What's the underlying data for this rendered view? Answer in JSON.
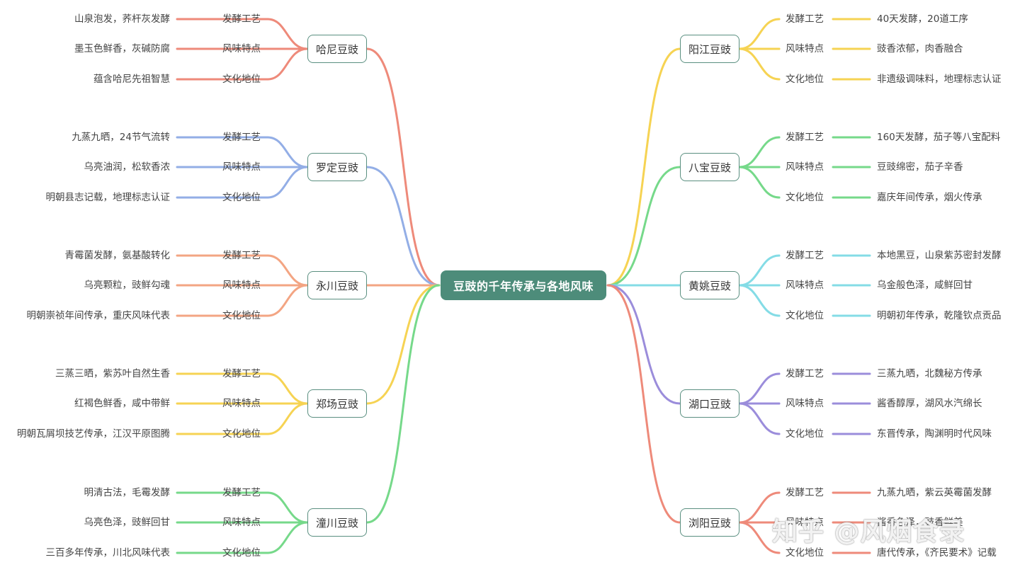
{
  "central": {
    "label": "豆豉的千年传承与各地风味"
  },
  "left_branches": [
    {
      "name": "哈尼豆豉",
      "color": "#ee8a7a",
      "items": [
        {
          "category": "发酵工艺",
          "detail": "山泉泡发，荞杆灰发酵"
        },
        {
          "category": "风味特点",
          "detail": "墨玉色鲜香，灰碱防腐"
        },
        {
          "category": "文化地位",
          "detail": "蕴含哈尼先祖智慧"
        }
      ]
    },
    {
      "name": "罗定豆豉",
      "color": "#93aee6",
      "items": [
        {
          "category": "发酵工艺",
          "detail": "九蒸九晒，24节气流转"
        },
        {
          "category": "风味特点",
          "detail": "乌亮油润，松软香浓"
        },
        {
          "category": "文化地位",
          "detail": "明朝县志记载，地理标志认证"
        }
      ]
    },
    {
      "name": "永川豆豉",
      "color": "#f3a583",
      "items": [
        {
          "category": "发酵工艺",
          "detail": "青霉菌发酵，氨基酸转化"
        },
        {
          "category": "风味特点",
          "detail": "乌亮颗粒，豉鲜勾魂"
        },
        {
          "category": "文化地位",
          "detail": "明朝崇祯年间传承，重庆风味代表"
        }
      ]
    },
    {
      "name": "郑场豆豉",
      "color": "#f6d353",
      "items": [
        {
          "category": "发酵工艺",
          "detail": "三蒸三晒，紫苏叶自然生香"
        },
        {
          "category": "风味特点",
          "detail": "红褐色鲜香，咸中带鲜"
        },
        {
          "category": "文化地位",
          "detail": "明朝瓦屑坝技艺传承，江汉平原图腾"
        }
      ]
    },
    {
      "name": "潼川豆豉",
      "color": "#76d98a",
      "items": [
        {
          "category": "发酵工艺",
          "detail": "明清古法，毛霉发酵"
        },
        {
          "category": "风味特点",
          "detail": "乌亮色泽，豉鲜回甘"
        },
        {
          "category": "文化地位",
          "detail": "三百多年传承，川北风味代表"
        }
      ]
    }
  ],
  "right_branches": [
    {
      "name": "阳江豆豉",
      "color": "#f6d353",
      "items": [
        {
          "category": "发酵工艺",
          "detail": "40天发酵，20道工序"
        },
        {
          "category": "风味特点",
          "detail": "豉香浓郁，肉香融合"
        },
        {
          "category": "文化地位",
          "detail": "非遗级调味料，地理标志认证"
        }
      ]
    },
    {
      "name": "八宝豆豉",
      "color": "#76d98a",
      "items": [
        {
          "category": "发酵工艺",
          "detail": "160天发酵，茄子等八宝配料"
        },
        {
          "category": "风味特点",
          "detail": "豆豉绵密，茄子辛香"
        },
        {
          "category": "文化地位",
          "detail": "嘉庆年间传承，烟火传承"
        }
      ]
    },
    {
      "name": "黄姚豆豉",
      "color": "#84dce6",
      "items": [
        {
          "category": "发酵工艺",
          "detail": "本地黑豆，山泉紫苏密封发酵"
        },
        {
          "category": "风味特点",
          "detail": "乌金般色泽，咸鲜回甘"
        },
        {
          "category": "文化地位",
          "detail": "明朝初年传承，乾隆钦点贡品"
        }
      ]
    },
    {
      "name": "湖口豆豉",
      "color": "#9b8ddb",
      "items": [
        {
          "category": "发酵工艺",
          "detail": "三蒸九晒，北魏秘方传承"
        },
        {
          "category": "风味特点",
          "detail": "酱香醇厚，湖风水汽绵长"
        },
        {
          "category": "文化地位",
          "detail": "东晋传承，陶渊明时代风味"
        }
      ]
    },
    {
      "name": "浏阳豆豉",
      "color": "#ee8a7a",
      "items": [
        {
          "category": "发酵工艺",
          "detail": "九蒸九晒，紫云英霉菌发酵"
        },
        {
          "category": "风味特点",
          "detail": "酱香色泽，豉香鲜美"
        },
        {
          "category": "文化地位",
          "detail": "唐代传承，《齐民要术》记载"
        }
      ]
    }
  ],
  "watermark": {
    "text": "知乎 @风烟食录"
  }
}
